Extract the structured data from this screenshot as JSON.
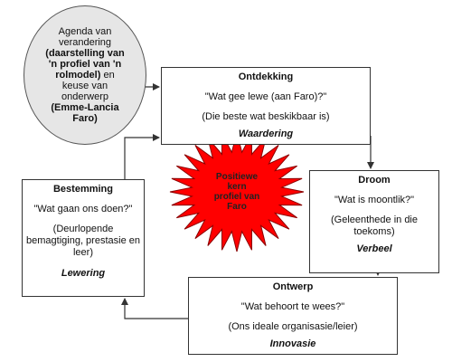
{
  "oval": {
    "line1": "Agenda van",
    "line2": "verandering",
    "line3": "(daarstelling van",
    "line4": "'n profiel van 'n",
    "line5": "rolmodel)",
    "line5b": " en",
    "line6": "keuse van",
    "line7": "onderwerp",
    "line8": "(Emme-Lancia",
    "line9": "Faro)"
  },
  "ontdekking": {
    "title": "Ontdekking",
    "question": "\"Wat gee lewe (aan Faro)?\"",
    "detail": "(Die beste wat beskikbaar is)",
    "footer": "Waardering"
  },
  "droom": {
    "title": "Droom",
    "question": "\"Wat is moontlik?\"",
    "detail_1": "(Geleenthede in die",
    "detail_2": "toekoms)",
    "footer": "Verbeel"
  },
  "ontwerp": {
    "title": "Ontwerp",
    "question": "\"Wat behoort te wees?\"",
    "detail": "(Ons ideale organisasie/leier)",
    "footer": "Innovasie"
  },
  "bestemming": {
    "title": "Bestemming",
    "question": "\"Wat gaan ons doen?\"",
    "detail_1": "(Deurlopende",
    "detail_2": "bemagtiging, prestasie en",
    "detail_3": "leer)",
    "footer": "Lewering"
  },
  "core": {
    "line1": "Positiewe",
    "line2": "kern",
    "line3": "profiel van",
    "line4": "Faro"
  },
  "colors": {
    "star_fill": "#ff0000",
    "oval_fill": "#e6e6e6",
    "line": "#333333"
  }
}
